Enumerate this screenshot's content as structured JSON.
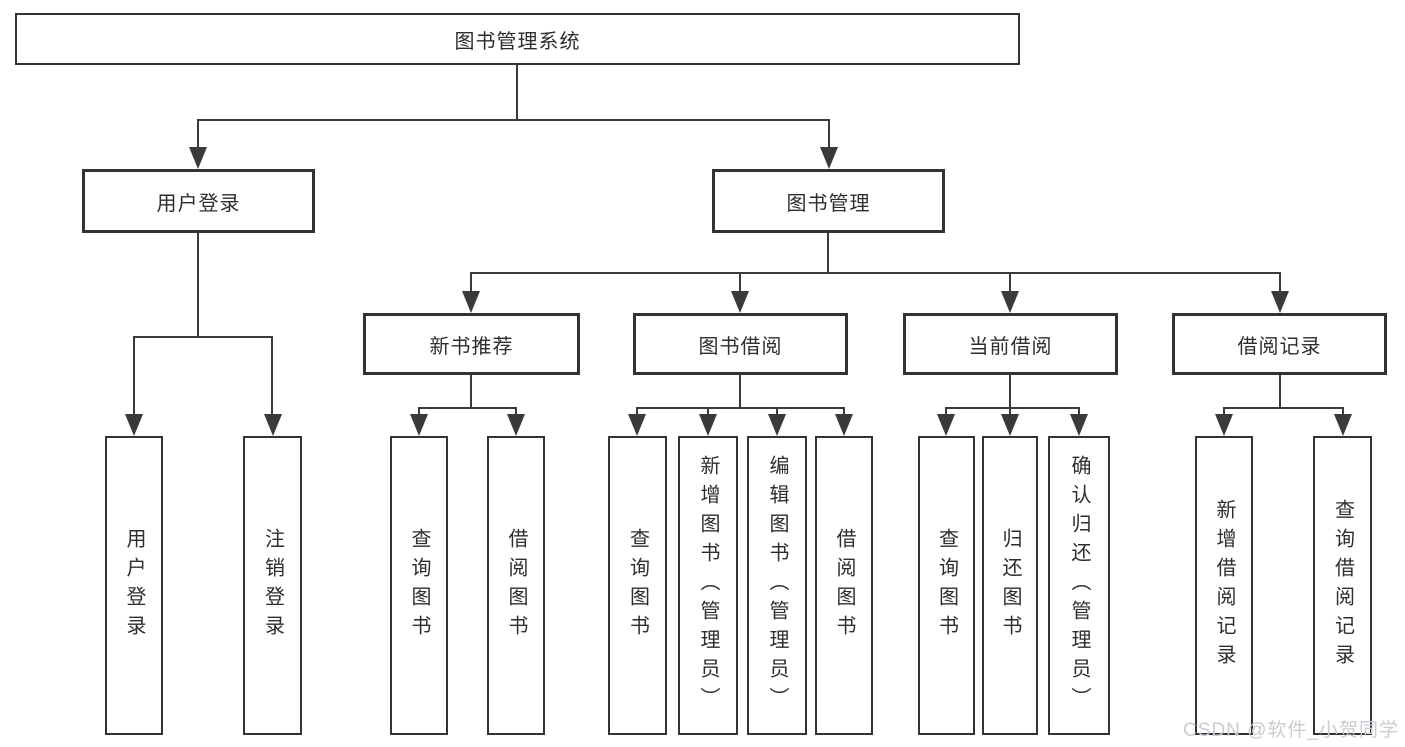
{
  "tree": {
    "root": {
      "label": "图书管理系统",
      "children": [
        {
          "label": "用户登录",
          "children": [
            {
              "label": "用户登录"
            },
            {
              "label": "注销登录"
            }
          ]
        },
        {
          "label": "图书管理",
          "children": [
            {
              "label": "新书推荐",
              "children": [
                {
                  "label": "查询图书"
                },
                {
                  "label": "借阅图书"
                }
              ]
            },
            {
              "label": "图书借阅",
              "children": [
                {
                  "label": "查询图书"
                },
                {
                  "label": "新增图书（管理员）"
                },
                {
                  "label": "编辑图书（管理员）"
                },
                {
                  "label": "借阅图书"
                }
              ]
            },
            {
              "label": "当前借阅",
              "children": [
                {
                  "label": "查询图书"
                },
                {
                  "label": "归还图书"
                },
                {
                  "label": "确认归还（管理员）"
                }
              ]
            },
            {
              "label": "借阅记录",
              "children": [
                {
                  "label": "新增借阅记录"
                },
                {
                  "label": "查询借阅记录"
                }
              ]
            }
          ]
        }
      ]
    }
  },
  "watermark": "CSDN @软件_小贺同学",
  "colors": {
    "background": "#ffffff",
    "box_border": "#333333",
    "line": "#3a3a3a",
    "text": "#2e2e2e",
    "watermark": "#c9ccd2"
  }
}
